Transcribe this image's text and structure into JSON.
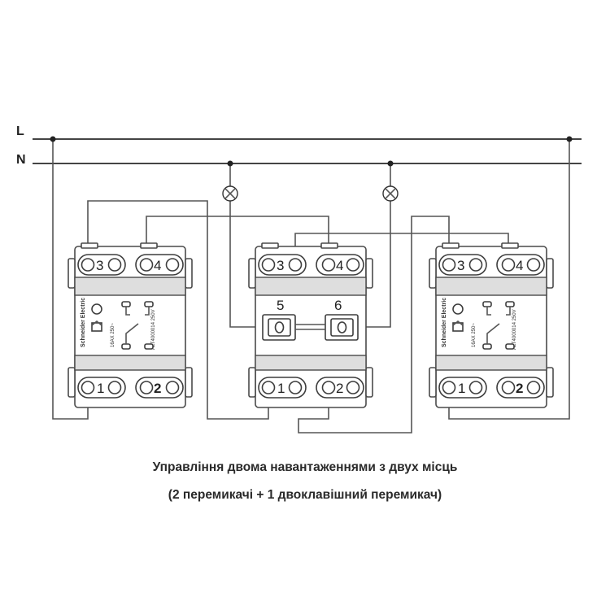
{
  "buses": {
    "phase_label": "L",
    "neutral_label": "N"
  },
  "switch_left": {
    "top_terminals": [
      "3",
      "4"
    ],
    "bottom_terminals": [
      "1",
      "2"
    ],
    "brand": "Schneider Electric",
    "rating": "16AX 250~",
    "model": "ALT4000014 250V"
  },
  "switch_middle": {
    "top_terminals": [
      "3",
      "4"
    ],
    "bottom_terminals": [
      "1",
      "2"
    ],
    "center_terminals": [
      "5",
      "6"
    ]
  },
  "switch_right": {
    "top_terminals": [
      "3",
      "4"
    ],
    "bottom_terminals": [
      "1",
      "2"
    ],
    "brand": "Schneider Electric",
    "rating": "16AX 250~",
    "model": "ALT4000014 250V"
  },
  "caption": {
    "line1": "Управління двома навантаженнями з двух місць",
    "line2": "(2 перемикачі + 1 двоклавішний перемикач)"
  }
}
